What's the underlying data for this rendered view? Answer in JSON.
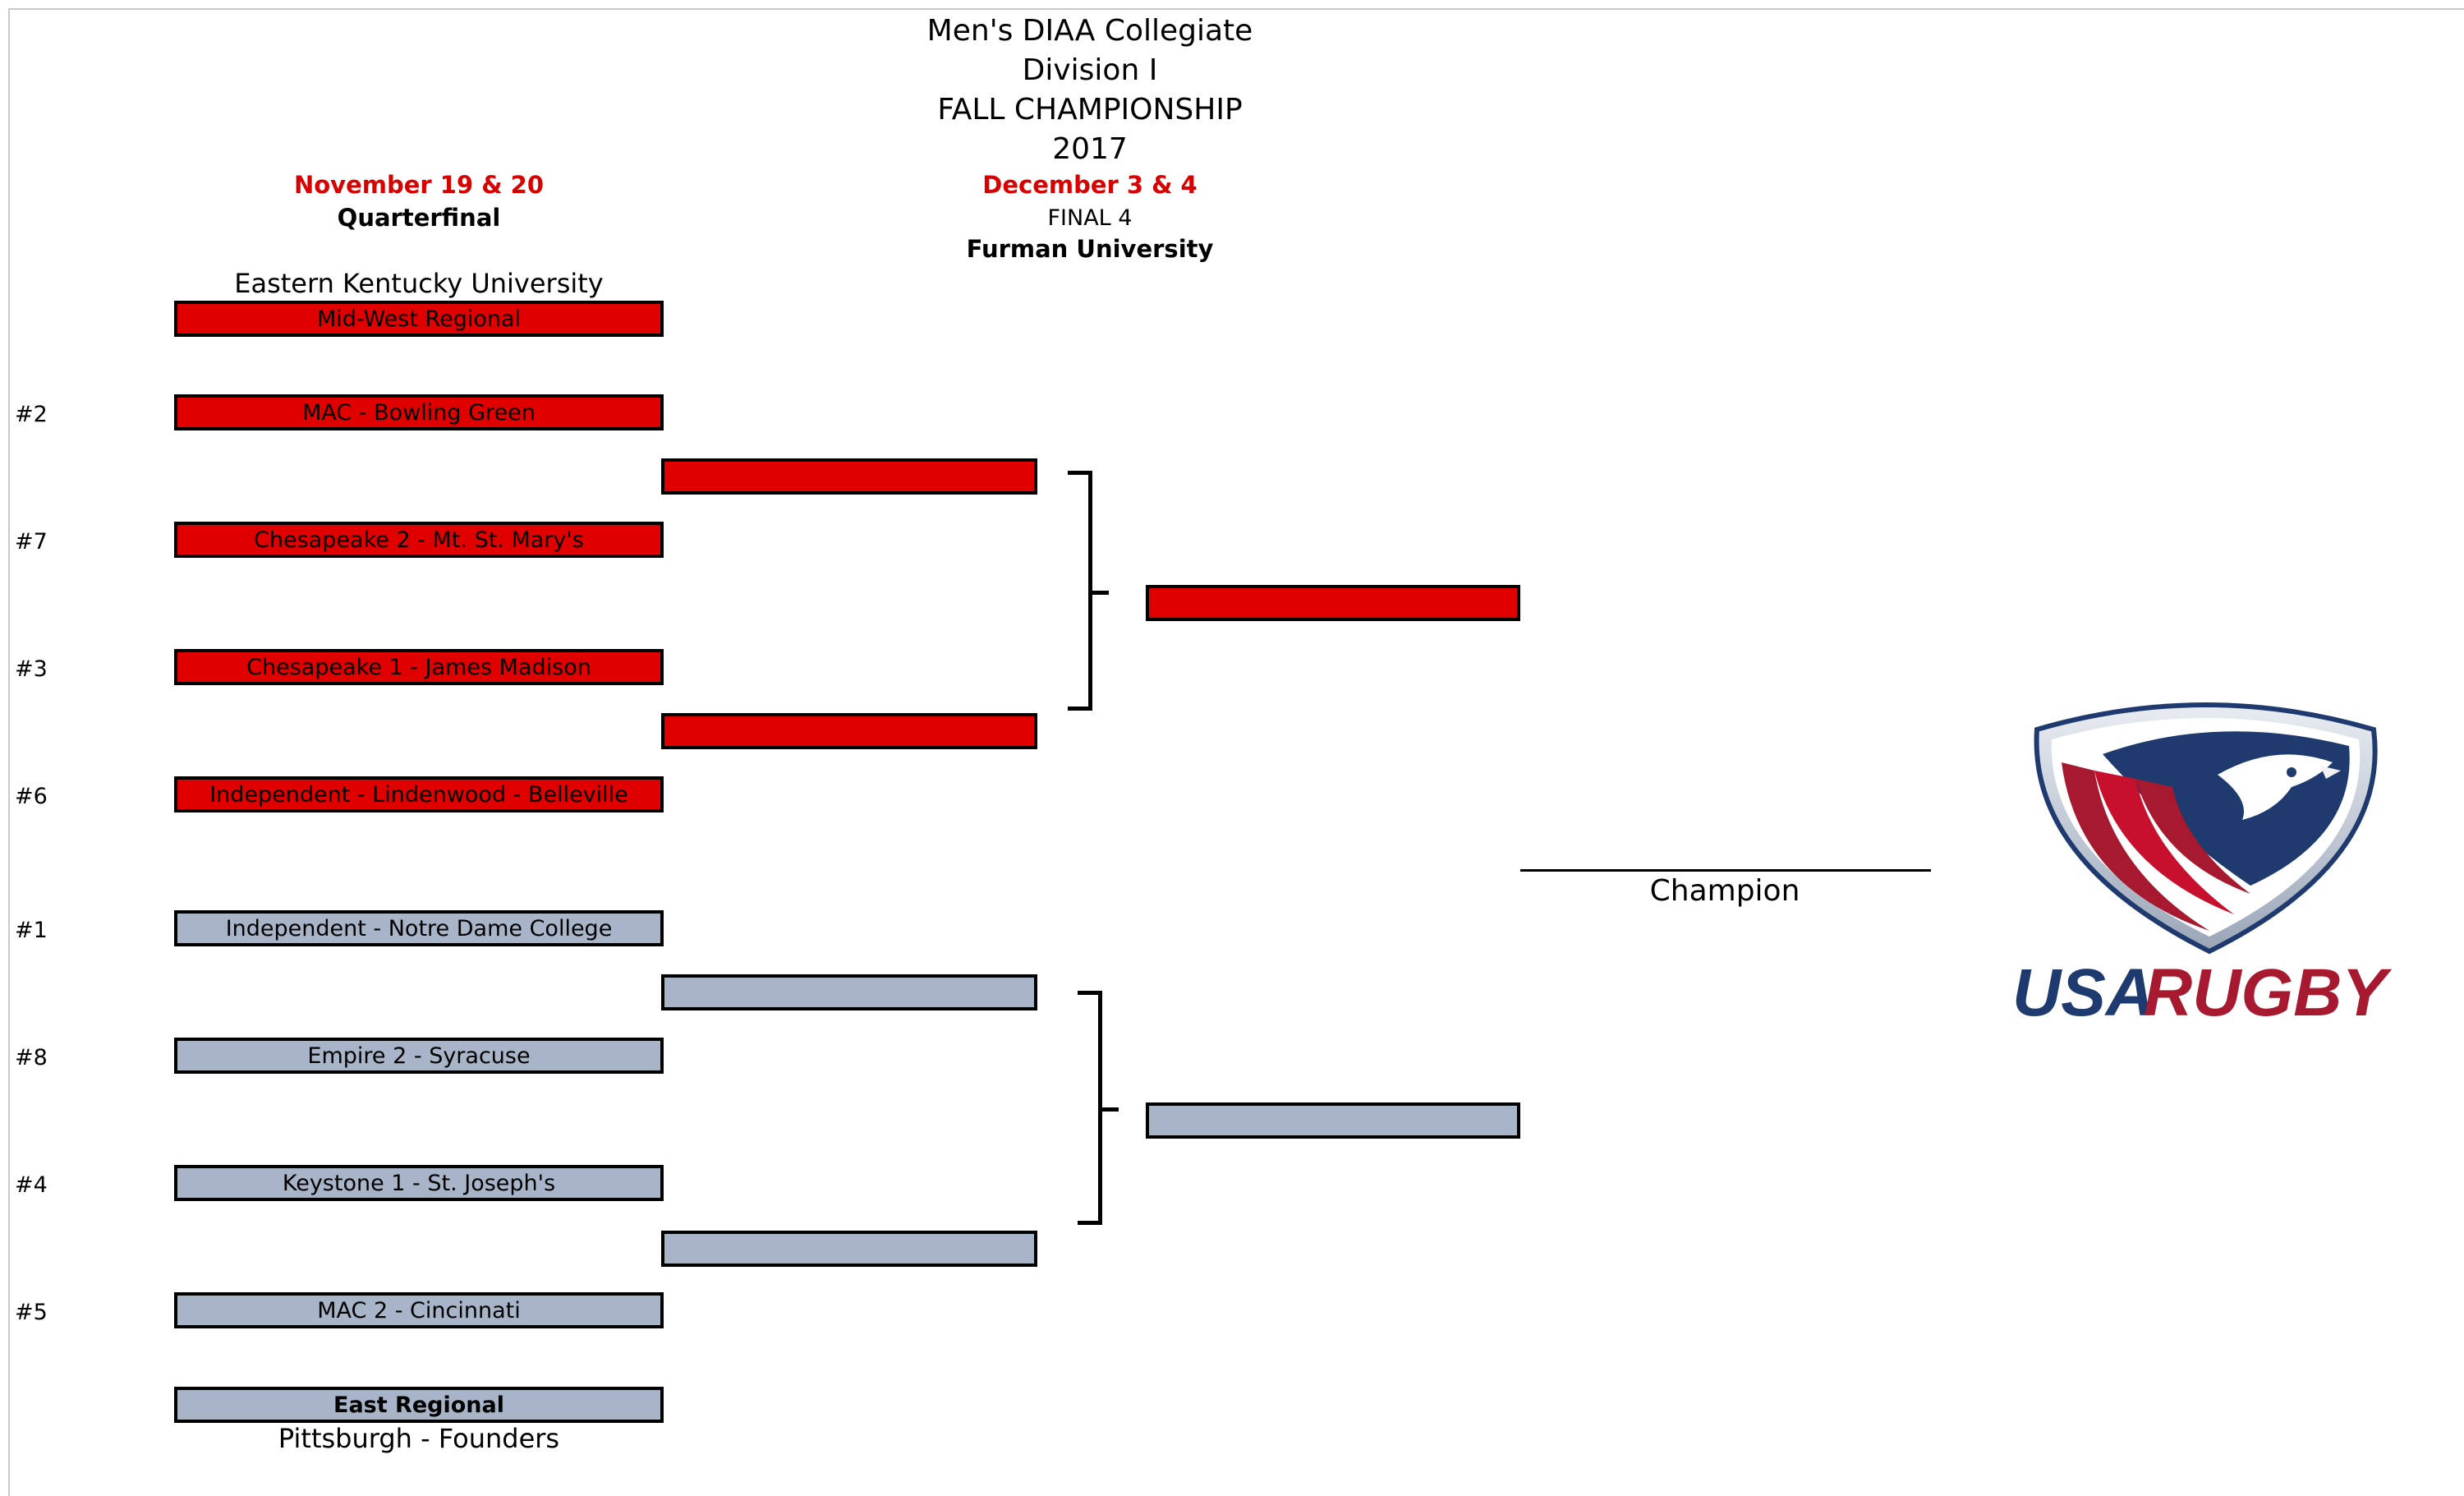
{
  "header": {
    "title_lines": [
      "Men's DIAA Collegiate",
      "Division I",
      "FALL CHAMPIONSHIP",
      "2017"
    ],
    "quarterfinal": {
      "date": "November 19 & 20",
      "label": "Quarterfinal"
    },
    "final4": {
      "date": "December 3 & 4",
      "label": "FINAL 4",
      "venue": "Furman University"
    }
  },
  "midwest": {
    "host": "Eastern Kentucky University",
    "region": "Mid-West Regional",
    "teams": [
      {
        "seed": "#2",
        "name": "MAC - Bowling Green"
      },
      {
        "seed": "#7",
        "name": "Chesapeake 2 - Mt. St. Mary's"
      },
      {
        "seed": "#3",
        "name": "Chesapeake 1 - James Madison"
      },
      {
        "seed": "#6",
        "name": "Independent - Lindenwood - Belleville"
      }
    ],
    "color": "#e00000"
  },
  "east": {
    "region": "East Regional",
    "host": "Pittsburgh - Founders",
    "teams": [
      {
        "seed": "#1",
        "name": "Independent - Notre Dame College"
      },
      {
        "seed": "#8",
        "name": "Empire 2 - Syracuse"
      },
      {
        "seed": "#4",
        "name": "Keystone 1 - St. Joseph's"
      },
      {
        "seed": "#5",
        "name": "MAC 2 - Cincinnati"
      }
    ],
    "color": "#a8b4c8"
  },
  "champion": {
    "label": "Champion"
  },
  "logo": {
    "text_usa": "USA",
    "text_rugby": "RUGBY",
    "navy": "#1f3a6e",
    "red": "#a6192e",
    "icon": "usa-rugby-eagle-ball-icon"
  }
}
